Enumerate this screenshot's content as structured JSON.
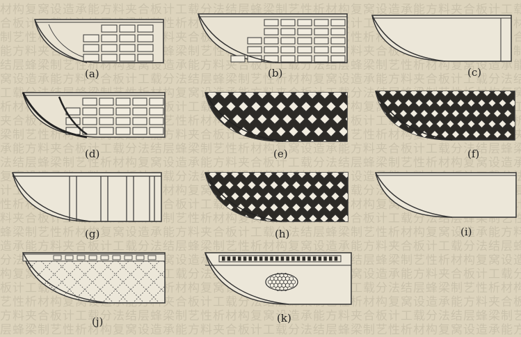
{
  "figure": {
    "panels": [
      {
        "id": "a",
        "label": "(a)",
        "pattern": "grid-rect-partial"
      },
      {
        "id": "b",
        "label": "(b)",
        "pattern": "grid-rect"
      },
      {
        "id": "c",
        "label": "(c)",
        "pattern": "plain"
      },
      {
        "id": "d",
        "label": "(d)",
        "pattern": "grid-rect-thick-skin"
      },
      {
        "id": "e",
        "label": "(e)",
        "pattern": "diagonal-lattice"
      },
      {
        "id": "f",
        "label": "(f)",
        "pattern": "diagonal-lattice-dense"
      },
      {
        "id": "g",
        "label": "(g)",
        "pattern": "vertical-ribs"
      },
      {
        "id": "h",
        "label": "(h)",
        "pattern": "diagonal-strut-lattice"
      },
      {
        "id": "i",
        "label": "(i)",
        "pattern": "plain-thin-skin"
      },
      {
        "id": "j",
        "label": "(j)",
        "pattern": "dashed-diagonal-grid"
      },
      {
        "id": "k",
        "label": "(k)",
        "pattern": "honeycomb-insert"
      }
    ]
  }
}
